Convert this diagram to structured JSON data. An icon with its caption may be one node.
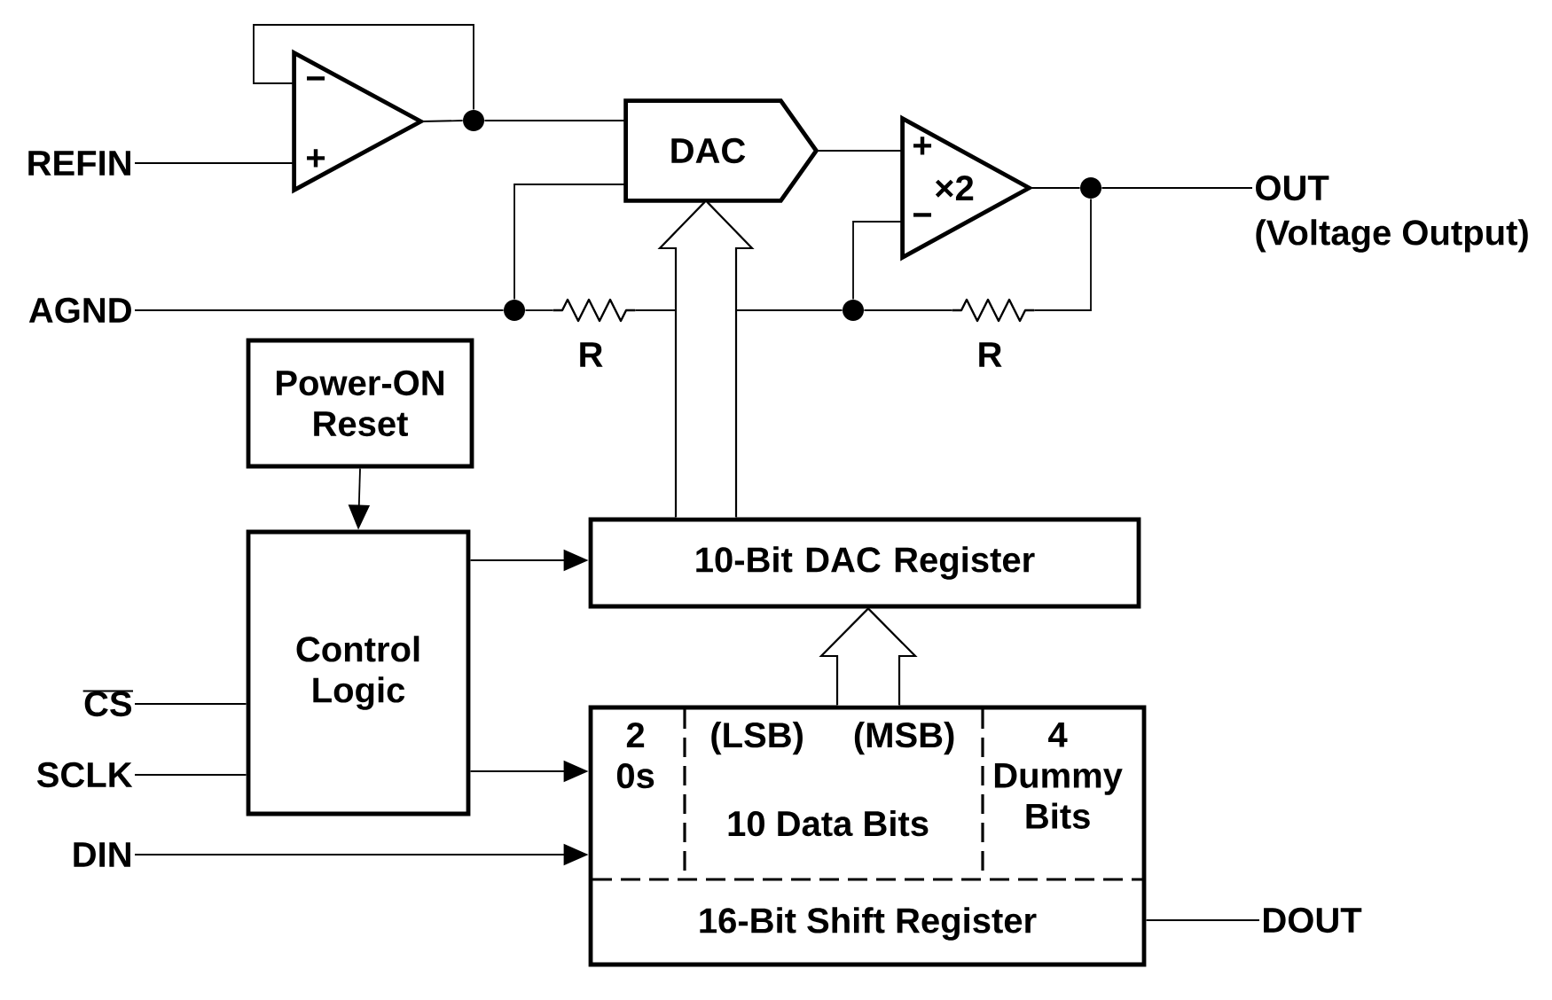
{
  "diagram": {
    "nodes": [
      {
        "text": [
          "REFIN"
        ]
      },
      {
        "text": [
          "AGND"
        ]
      },
      {
        "text": [
          "−",
          "+"
        ]
      },
      {
        "text": [
          "DAC"
        ]
      },
      {
        "text": [
          "+",
          "×2",
          "−"
        ]
      },
      {
        "text": [
          "OUT",
          "(Voltage Output)"
        ]
      },
      {
        "text": [
          "Power-ON Reset"
        ]
      },
      {
        "text": [
          "Control Logic"
        ]
      },
      {
        "text": [
          "10-Bit DAC Register"
        ]
      },
      {
        "text": [
          "16-Bit Shift Register"
        ]
      },
      {
        "text": [
          "2 0s"
        ],
        "in": 9
      },
      {
        "text": [
          "(LSB)",
          "(MSB)",
          "10 Data Bits"
        ],
        "in": 9
      },
      {
        "text": [
          "4 Dummy Bits"
        ],
        "in": 9
      },
      {
        "text": [
          "CS"
        ]
      },
      {
        "text": [
          "SCLK"
        ]
      },
      {
        "text": [
          "DIN"
        ]
      },
      {
        "text": [
          "DOUT"
        ]
      },
      {
        "text": [],
        "shape": "circle"
      },
      {
        "text": [],
        "shape": "circle"
      },
      {
        "text": [],
        "shape": "resistor",
        "beside": [
          "R"
        ]
      },
      {
        "text": [],
        "shape": "circle"
      },
      {
        "text": [],
        "shape": "resistor",
        "beside": [
          "R"
        ]
      },
      {
        "text": [],
        "shape": "circle"
      }
    ],
    "edges": [
      {
        "from": 0,
        "to": 2,
        "arrow": "none"
      },
      {
        "from": 2,
        "to": 17,
        "arrow": "none"
      },
      {
        "from": 17,
        "to": 3,
        "arrow": "none"
      },
      {
        "from": 17,
        "to": 2,
        "arrow": "none"
      },
      {
        "from": 1,
        "to": 18,
        "arrow": "none"
      },
      {
        "from": 18,
        "to": 3,
        "arrow": "none"
      },
      {
        "from": 18,
        "to": 19,
        "arrow": "none"
      },
      {
        "from": 19,
        "to": 20,
        "arrow": "none"
      },
      {
        "from": 20,
        "to": 4,
        "arrow": "none"
      },
      {
        "from": 20,
        "to": 21,
        "arrow": "none"
      },
      {
        "from": 21,
        "to": 22,
        "arrow": "none"
      },
      {
        "from": 4,
        "to": 22,
        "arrow": "none"
      },
      {
        "from": 22,
        "to": 5,
        "arrow": "none"
      },
      {
        "from": 3,
        "to": 4,
        "arrow": "none"
      },
      {
        "from": 6,
        "to": 7,
        "arrow": "to"
      },
      {
        "from": 7,
        "to": 8,
        "arrow": "to"
      },
      {
        "from": 7,
        "to": 9,
        "arrow": "to"
      },
      {
        "from": 13,
        "to": 7,
        "arrow": "none"
      },
      {
        "from": 14,
        "to": 7,
        "arrow": "none"
      },
      {
        "from": 15,
        "to": 9,
        "arrow": "to"
      },
      {
        "from": 9,
        "to": 16,
        "arrow": "none"
      },
      {
        "from": 8,
        "to": 3,
        "arrow": "to",
        "style": "thick"
      },
      {
        "from": 9,
        "to": 8,
        "arrow": "to",
        "style": "thick"
      }
    ]
  }
}
